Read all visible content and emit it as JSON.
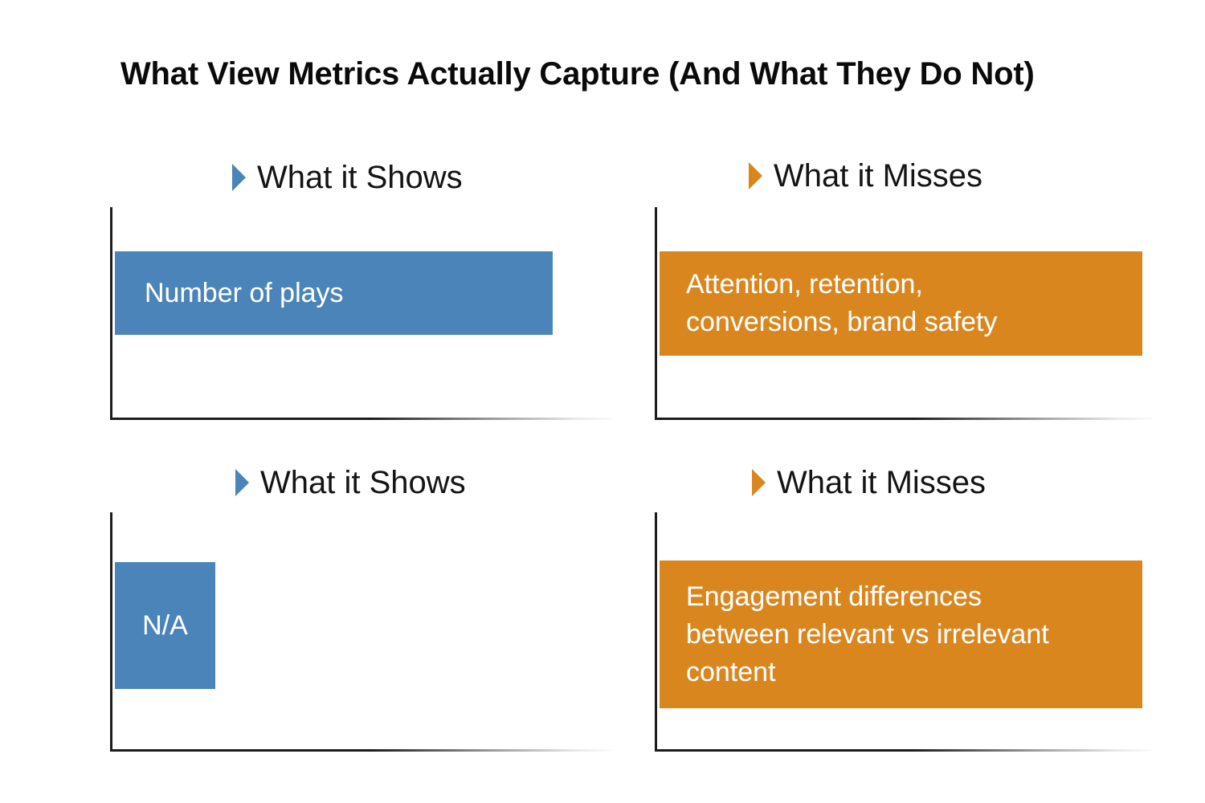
{
  "slide": {
    "title": "What View Metrics Actually Capture (And What They Do Not)",
    "background_color": "#ffffff"
  },
  "colors": {
    "shows_accent": "#4a84b8",
    "misses_accent": "#d9861e",
    "title_text": "#0a0a0a",
    "bar_label_text": "#ffffff",
    "axis_line": "#1c1c1c"
  },
  "panels": [
    {
      "id": "shows-row-1",
      "header": "What it Shows",
      "bullet_icon": "triangle-right-icon",
      "accent": "#4a84b8",
      "bar_label": "Number of plays"
    },
    {
      "id": "misses-row-1",
      "header": "What it Misses",
      "bullet_icon": "triangle-right-icon",
      "accent": "#d9861e",
      "bar_label": "Attention, retention,\nconversions, brand safety"
    },
    {
      "id": "shows-row-2",
      "header": "What it Shows",
      "bullet_icon": "triangle-right-icon",
      "accent": "#4a84b8",
      "bar_label": "N/A"
    },
    {
      "id": "misses-row-2",
      "header": "What it Misses",
      "bullet_icon": "triangle-right-icon",
      "accent": "#d9861e",
      "bar_label": "Engagement differences\nbetween relevant vs irrelevant\ncontent"
    }
  ],
  "chart_data": [
    {
      "type": "bar",
      "title": "What it Shows",
      "orientation": "horizontal",
      "categories": [
        "Number of plays"
      ],
      "values": [
        87
      ],
      "data_labels": [
        "Number of plays"
      ],
      "series": [
        {
          "name": "What it Shows",
          "values": [
            87
          ]
        }
      ],
      "color": "#4a84b8",
      "xlabel": "",
      "ylabel": "",
      "grid": false,
      "legend": "none",
      "axis": {
        "vertical_line": true,
        "horizontal_line": true
      }
    },
    {
      "type": "bar",
      "title": "What it Misses",
      "orientation": "horizontal",
      "categories": [
        "Attention, retention, conversions, brand safety"
      ],
      "values": [
        97
      ],
      "data_labels": [
        "Attention, retention, conversions, brand safety"
      ],
      "series": [
        {
          "name": "What it Misses",
          "values": [
            97
          ]
        }
      ],
      "color": "#d9861e",
      "xlabel": "",
      "ylabel": "",
      "grid": false,
      "legend": "none",
      "axis": {
        "vertical_line": true,
        "horizontal_line": true
      }
    },
    {
      "type": "bar",
      "title": "What it Shows",
      "orientation": "horizontal",
      "categories": [
        "N/A"
      ],
      "values": [
        20
      ],
      "data_labels": [
        "N/A"
      ],
      "series": [
        {
          "name": "What it Shows",
          "values": [
            20
          ]
        }
      ],
      "color": "#4a84b8",
      "xlabel": "",
      "ylabel": "",
      "grid": false,
      "legend": "none",
      "axis": {
        "vertical_line": true,
        "horizontal_line": true
      }
    },
    {
      "type": "bar",
      "title": "What it Misses",
      "orientation": "horizontal",
      "categories": [
        "Engagement differences between relevant vs irrelevant content"
      ],
      "values": [
        97
      ],
      "data_labels": [
        "Engagement differences between relevant vs irrelevant content"
      ],
      "series": [
        {
          "name": "What it Misses",
          "values": [
            97
          ]
        }
      ],
      "color": "#d9861e",
      "xlabel": "",
      "ylabel": "",
      "grid": false,
      "legend": "none",
      "axis": {
        "vertical_line": true,
        "horizontal_line": true
      }
    }
  ]
}
